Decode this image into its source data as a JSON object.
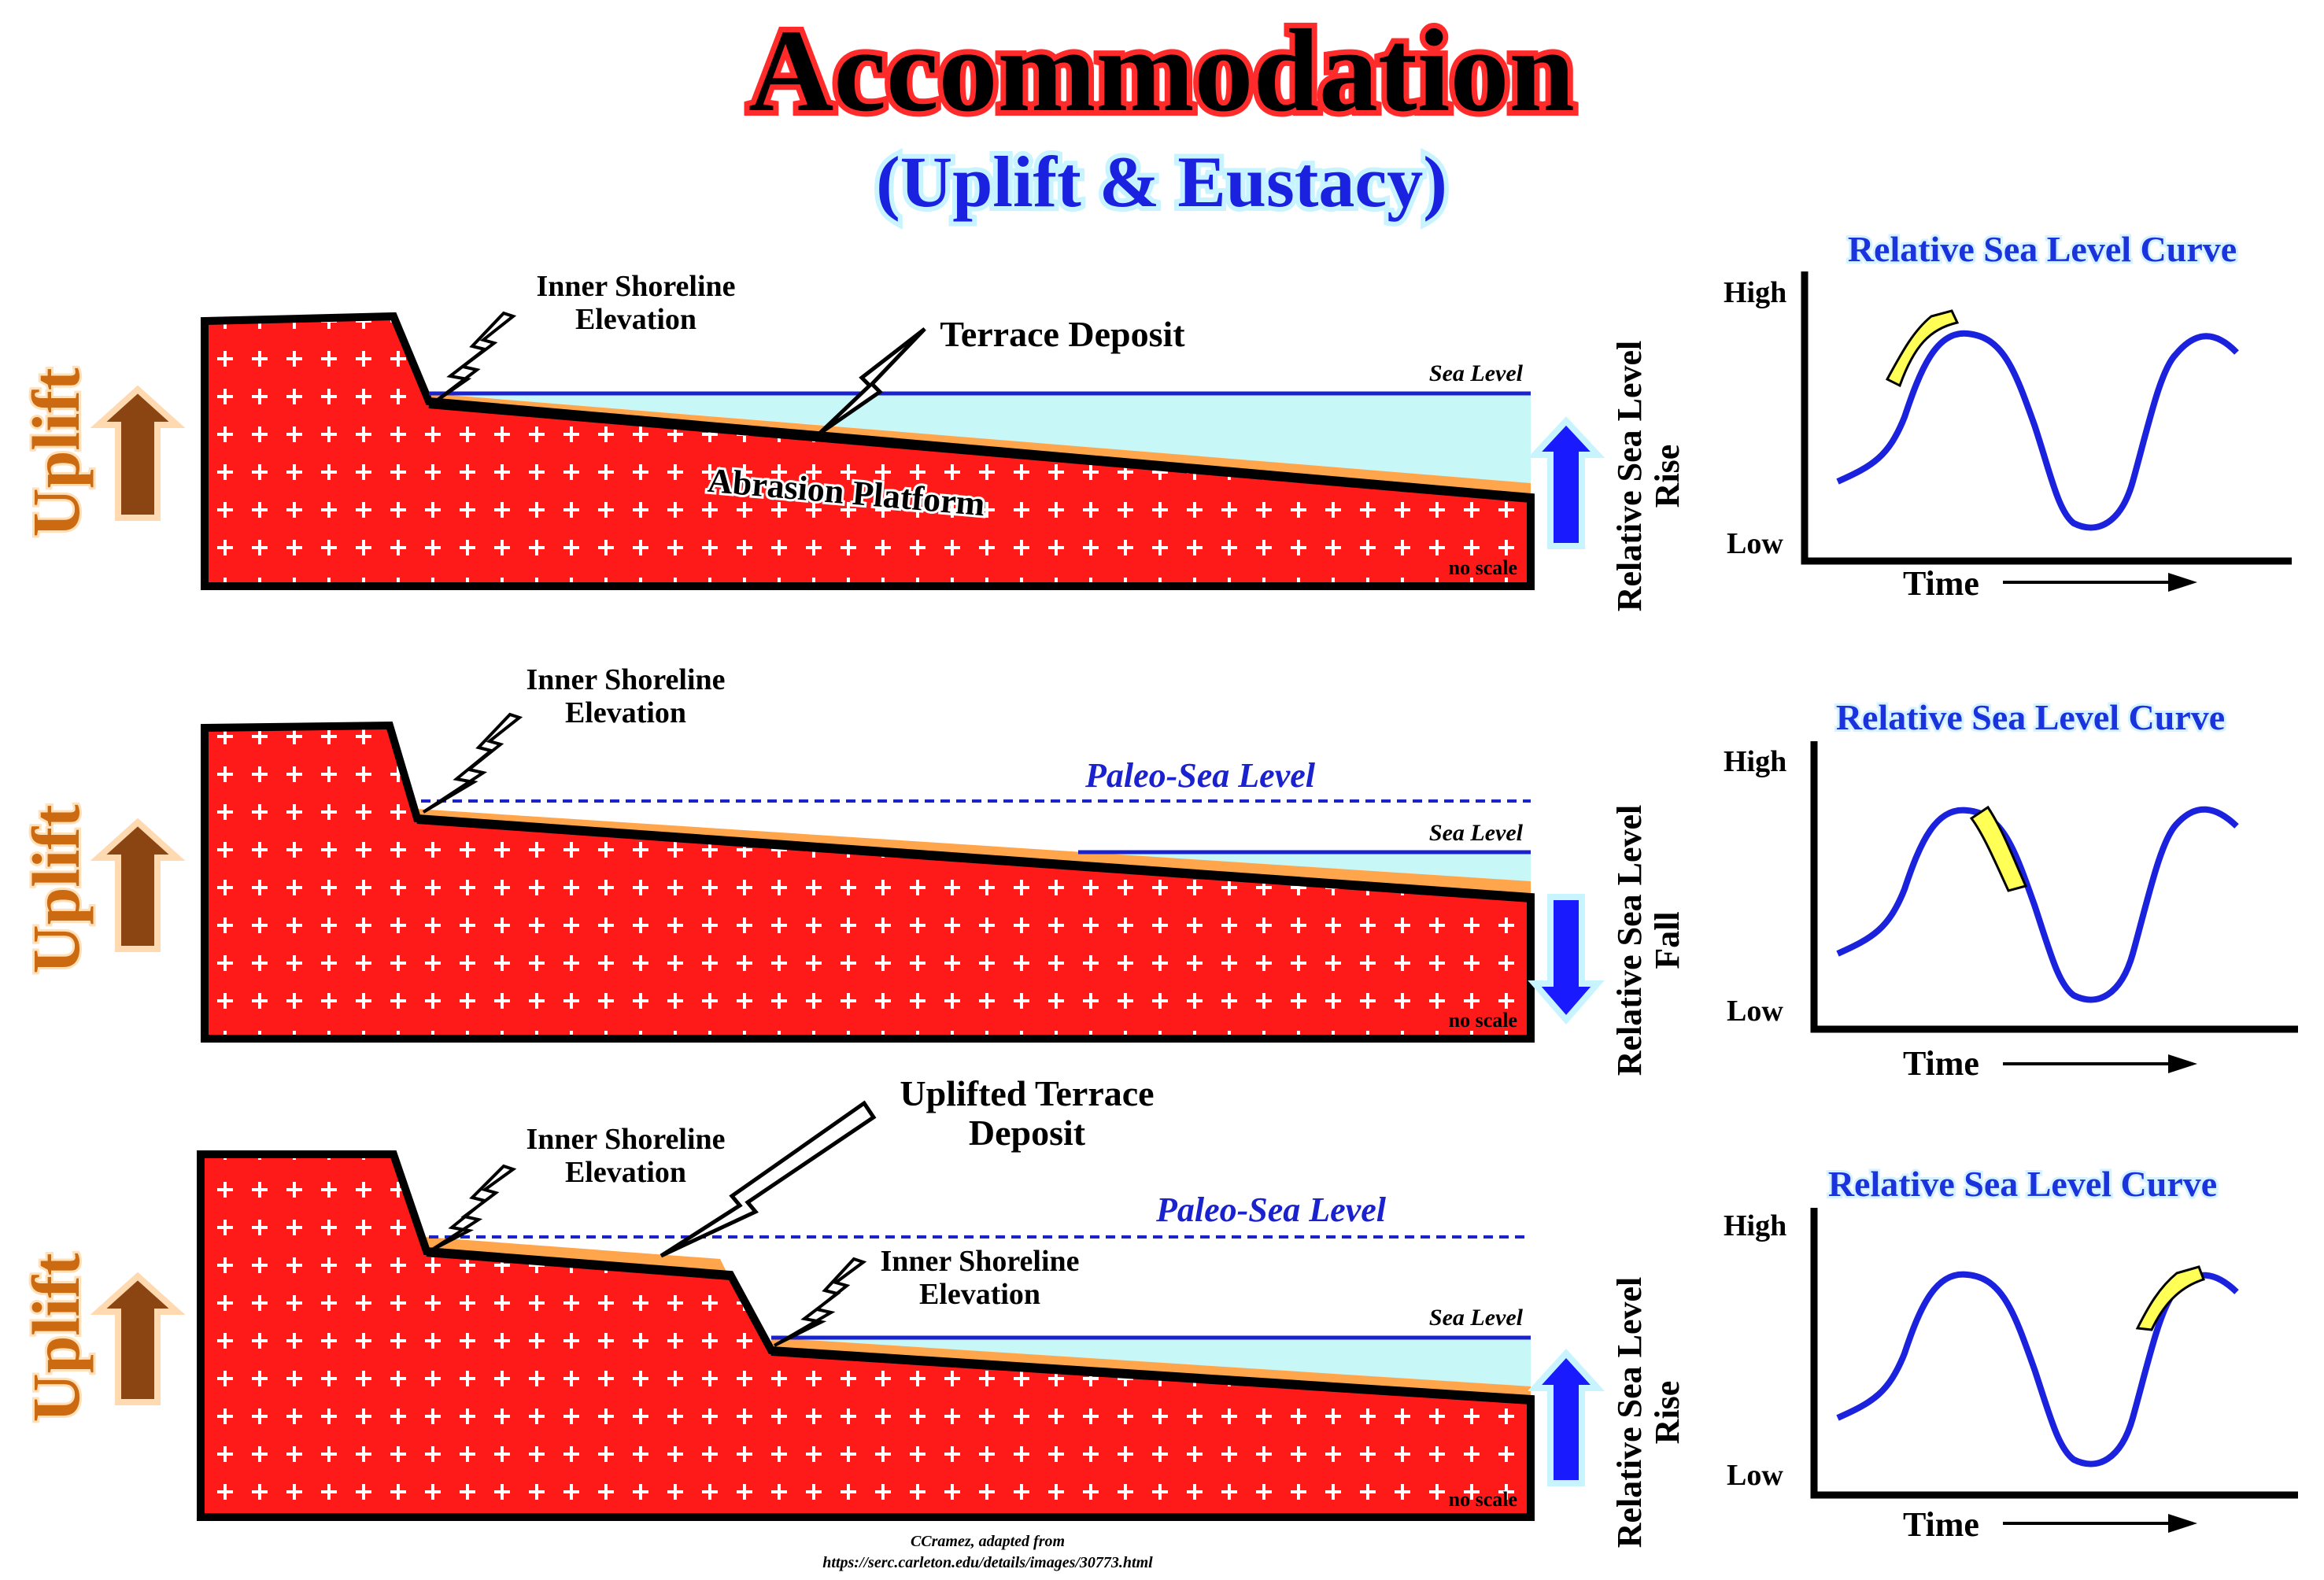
{
  "title": "Accommodation",
  "subtitle": "(Uplift & Eustacy)",
  "panels": [
    {
      "uplift_label": "Uplift",
      "inner_shoreline_label": [
        "Inner Shoreline",
        "Elevation"
      ],
      "terrace_label": "Terrace Deposit",
      "platform_label": "Abrasion Platform",
      "sea_level_label": "Sea Level",
      "no_scale_label": "no scale",
      "rsl_label": [
        "Relative Sea Level",
        "Rise"
      ],
      "rsl_direction": "up"
    },
    {
      "uplift_label": "Uplift",
      "inner_shoreline_label": [
        "Inner Shoreline",
        "Elevation"
      ],
      "paleo_sea_level_label": "Paleo-Sea Level",
      "sea_level_label": "Sea Level",
      "no_scale_label": "no scale",
      "rsl_label": [
        "Relative Sea Level",
        "Fall"
      ],
      "rsl_direction": "down"
    },
    {
      "uplift_label": "Uplift",
      "inner_shoreline_label": [
        "Inner Shoreline",
        "Elevation"
      ],
      "inner_shoreline_label_2": [
        "Inner Shoreline",
        "Elevation"
      ],
      "uplifted_terrace_label": [
        "Uplifted Terrace",
        "Deposit"
      ],
      "paleo_sea_level_label": "Paleo-Sea Level",
      "sea_level_label": "Sea Level",
      "no_scale_label": "no scale",
      "rsl_label": [
        "Relative Sea Level",
        "Rise"
      ],
      "rsl_direction": "up"
    }
  ],
  "curves": [
    {
      "title": "Relative Sea Level Curve",
      "high_label": "High",
      "low_label": "Low",
      "time_label": "Time",
      "highlight_phase": "rising"
    },
    {
      "title": "Relative Sea Level Curve",
      "high_label": "High",
      "low_label": "Low",
      "time_label": "Time",
      "highlight_phase": "falling"
    },
    {
      "title": "Relative Sea Level Curve",
      "high_label": "High",
      "low_label": "Low",
      "time_label": "Time",
      "highlight_phase": "rising"
    }
  ],
  "credit": [
    "CCramez, adapted from",
    "https://serc.carleton.edu/details/images/30773.html"
  ],
  "colors": {
    "rock": "#ff1a1a",
    "outline": "#000000",
    "terrace": "#ffa64d",
    "water": "#c8f7f7",
    "sea_line": "#1a22cc",
    "uplift_arrow": "#8b4513",
    "uplift_arrow_glow": "#ffd9b0",
    "rsl_arrow": "#1a1aff",
    "rsl_arrow_glow": "#c8f4ff",
    "curve": "#1a22dd",
    "highlight": "#ffff55"
  }
}
